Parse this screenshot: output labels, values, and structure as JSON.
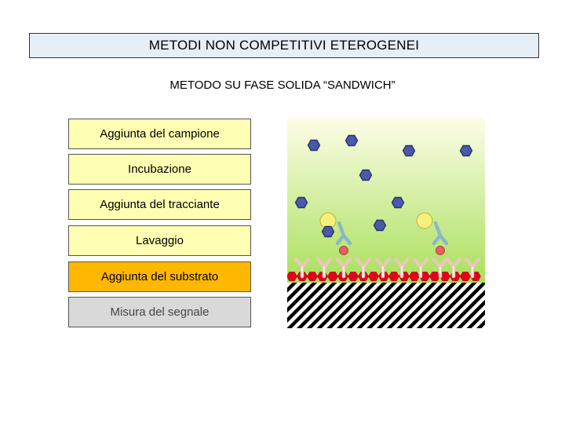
{
  "header": {
    "title": "METODI NON COMPETITIVI ETEROGENEI"
  },
  "subtitle": "METODO SU FASE SOLIDA “SANDWICH”",
  "steps": [
    {
      "label": "Aggiunta del campione",
      "style": "pale"
    },
    {
      "label": "Incubazione",
      "style": "pale"
    },
    {
      "label": "Aggiunta del tracciante",
      "style": "pale"
    },
    {
      "label": "Lavaggio",
      "style": "pale"
    },
    {
      "label": "Aggiunta del substrato",
      "style": "orange"
    },
    {
      "label": "Misura del segnale",
      "style": "grey"
    }
  ],
  "colors": {
    "step_pale": "#ffffb3",
    "step_orange": "#ffb700",
    "step_grey": "#d9d9d9",
    "gradient_top": "#fdfde8",
    "gradient_bottom": "#a9e05a",
    "analyte": "#4a5aa8",
    "capture_antibody": "#e8c8b8",
    "tracer_antibody": "#8ab8c8",
    "label_enzyme": "#f5f07a",
    "solid_phase_marker": "#e8001a",
    "bound_analyte": "#e86060"
  },
  "icons": [
    "free-analyte-icon",
    "capture-antibody-icon",
    "tracer-antibody-icon",
    "enzyme-label-icon",
    "solid-phase-icon"
  ]
}
